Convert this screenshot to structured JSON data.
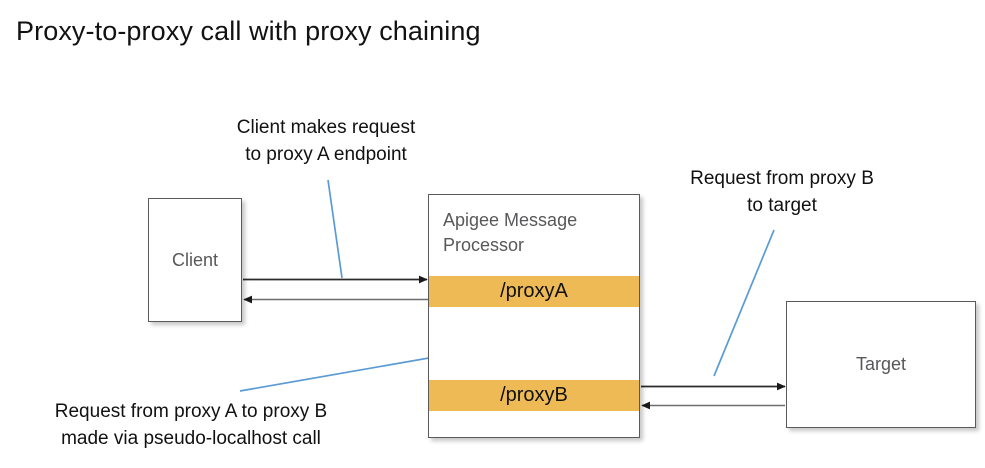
{
  "diagram": {
    "title": "Proxy-to-proxy call with proxy chaining",
    "type": "flow-diagram",
    "colors": {
      "proxy_band": "#eeba55",
      "node_border": "#5a5a5a",
      "node_label": "#58585a",
      "leader_line": "#5b9bd5",
      "arrow": "#1a1a1a",
      "background": "#ffffff"
    },
    "nodes": [
      {
        "id": "client",
        "label": "Client"
      },
      {
        "id": "message_processor",
        "label": "Apigee Message\nProcessor"
      },
      {
        "id": "proxy_a",
        "label": "/proxyA"
      },
      {
        "id": "proxy_b",
        "label": "/proxyB"
      },
      {
        "id": "target",
        "label": "Target"
      }
    ],
    "callouts": [
      {
        "id": "client_request",
        "text": "Client makes request\nto proxy A endpoint"
      },
      {
        "id": "target_request",
        "text": "Request from proxy B\nto target"
      },
      {
        "id": "chaining_request",
        "text": "Request from proxy A to proxy B\nmade via pseudo-localhost call"
      }
    ],
    "flows": [
      {
        "from": "client",
        "to": "proxy_a",
        "direction": "right"
      },
      {
        "from": "proxy_a",
        "to": "client",
        "direction": "left"
      },
      {
        "from": "proxy_a",
        "to": "proxy_b",
        "direction": "down"
      },
      {
        "from": "proxy_b",
        "to": "proxy_a",
        "direction": "up"
      },
      {
        "from": "proxy_b",
        "to": "target",
        "direction": "right"
      },
      {
        "from": "target",
        "to": "proxy_b",
        "direction": "left"
      }
    ]
  }
}
